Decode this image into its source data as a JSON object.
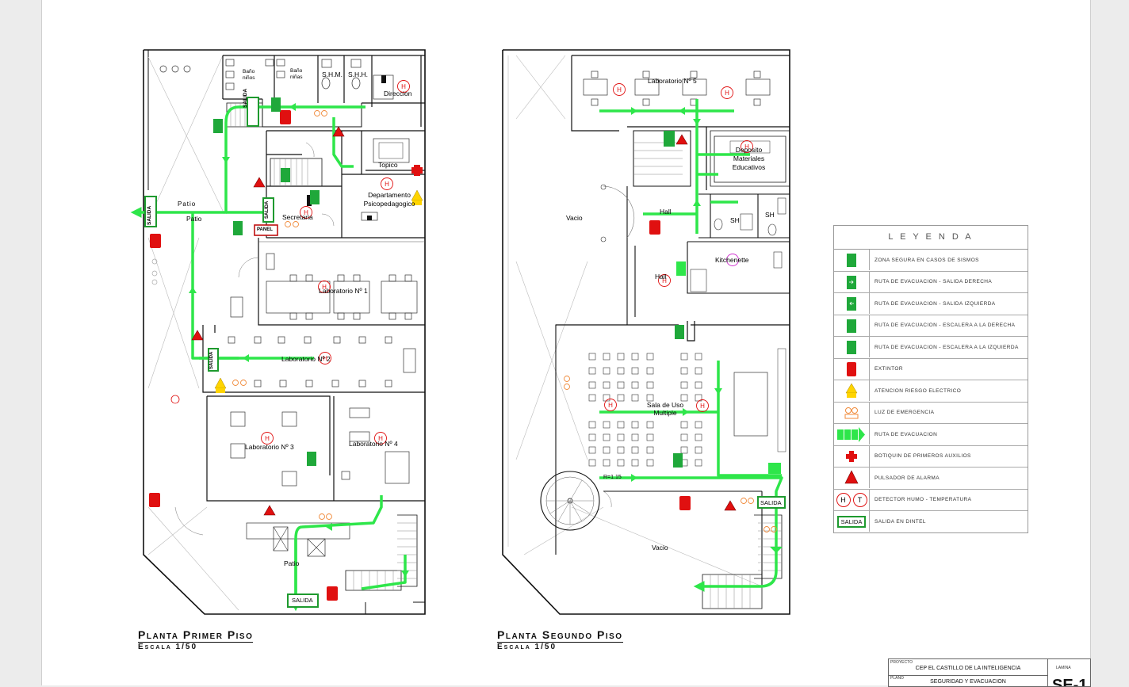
{
  "plans": [
    {
      "title": "Planta Primer Piso",
      "scale": "Escala 1/50"
    },
    {
      "title": "Planta Segundo Piso",
      "scale": "Escala 1/50"
    }
  ],
  "rooms_first": {
    "bano_ninos": "Baño niños",
    "bano_ninas": "Baño niñas",
    "shm": "S.H.M.",
    "shh": "S.H.H.",
    "direccion": "Direccion",
    "topico": "Topico",
    "psico": "Departamento Psicopedagogico",
    "secretaria": "Secretaria",
    "patio_upper": "Patio",
    "patio_lower": "Patio",
    "lab1": "Laboratorio Nº 1",
    "lab2": "Laboratorio Nº 2",
    "lab3": "Laboratorio Nº 3",
    "lab4": "Laboratorio Nº 4",
    "patio_bottom": "Patio",
    "panel": "PANEL"
  },
  "rooms_second": {
    "lab5": "Laboratorio Nº 5",
    "deposito": "Deposito Materiales Educativos",
    "vacio_left": "Vacio",
    "hall_upper": "Hall",
    "sh1": "SH",
    "sh2": "SH",
    "kitchenette": "Kitchenette",
    "hall_lower": "Hall",
    "sum": "Sala de Uso Multiple",
    "radius": "R=1.15",
    "vacio_bottom": "Vacio"
  },
  "exit_label": "SALIDA",
  "legend": {
    "title": "L E Y E N D A",
    "items": [
      {
        "icon": "safe-zone-icon",
        "text": "ZONA SEGURA EN CASOS DE SISMOS"
      },
      {
        "icon": "route-right-icon",
        "text": "RUTA DE EVACUACION - SALIDA DERECHA"
      },
      {
        "icon": "route-left-icon",
        "text": "RUTA DE EVACUACION - SALIDA IZQUIERDA"
      },
      {
        "icon": "stair-right-icon",
        "text": "RUTA DE EVACUACION - ESCALERA A LA DERECHA"
      },
      {
        "icon": "stair-left-icon",
        "text": "RUTA DE EVACUACION - ESCALERA A LA IZQUIERDA"
      },
      {
        "icon": "extinguisher-icon",
        "text": "EXTINTOR"
      },
      {
        "icon": "electric-risk-icon",
        "text": "ATENCION RIESGO ELECTRICO"
      },
      {
        "icon": "emergency-light-icon",
        "text": "LUZ DE EMERGENCIA"
      },
      {
        "icon": "evacuation-route-icon",
        "text": "RUTA DE EVACUACION"
      },
      {
        "icon": "first-aid-icon",
        "text": "BOTIQUIN DE PRIMEROS AUXILIOS"
      },
      {
        "icon": "alarm-button-icon",
        "text": "PULSADOR DE ALARMA"
      },
      {
        "icon": "detector-icon",
        "text": "DETECTOR HUMO - TEMPERATURA",
        "sym1": "H",
        "sym2": "T"
      },
      {
        "icon": "exit-sign-icon",
        "text": "SALIDA EN DINTEL",
        "sym1": "SALIDA"
      }
    ]
  },
  "title_block": {
    "proyecto_label": "PROYECTO",
    "proyecto": "CEP EL CASTILLO DE LA INTELIGENCIA",
    "lamina_label": "LAMINA",
    "plano_label": "PLANO",
    "plano": "SEGURIDAD Y EVACUACION",
    "lamina_code": "SE-1"
  },
  "colors": {
    "route": "#2ee64a",
    "exit": "#1e9a2e",
    "extinguisher": "#e01010",
    "wall": "#111111"
  }
}
